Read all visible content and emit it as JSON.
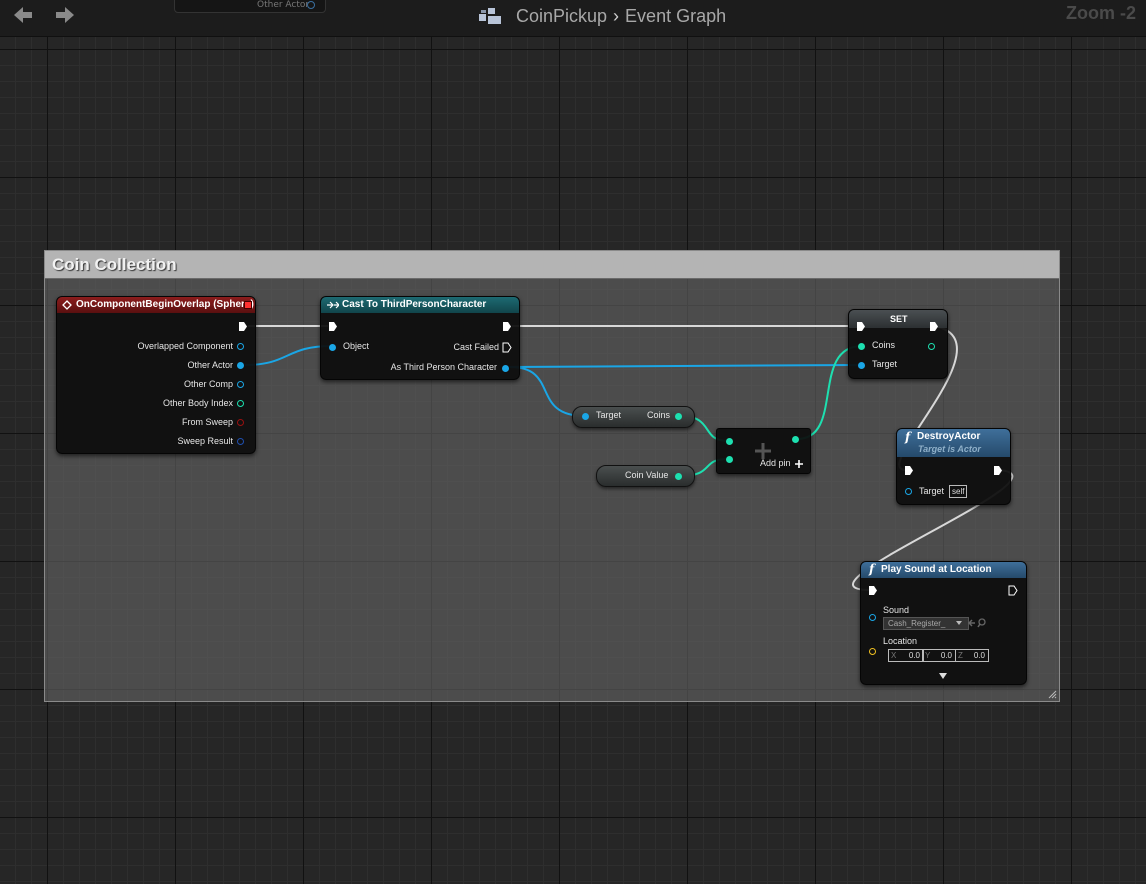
{
  "topbar": {
    "breadcrumb": {
      "blueprint": "CoinPickup",
      "graph": "Event Graph"
    },
    "zoom_label": "Zoom -2",
    "partial_node_label": "Other Actor"
  },
  "comment": {
    "title": "Coin Collection"
  },
  "nodes": {
    "on_overlap": {
      "title": "OnComponentBeginOverlap (Sphere)",
      "pins": [
        "Overlapped Component",
        "Other Actor",
        "Other Comp",
        "Other Body Index",
        "From Sweep",
        "Sweep Result"
      ]
    },
    "cast": {
      "title": "Cast To ThirdPersonCharacter",
      "object_pin": "Object",
      "cast_failed_pin": "Cast Failed",
      "as_pin": "As Third Person Character"
    },
    "coins_get": {
      "target_pin": "Target",
      "output_pin": "Coins"
    },
    "coin_value": {
      "label": "Coin Value"
    },
    "add": {
      "add_pin_label": "Add pin"
    },
    "set": {
      "title": "SET",
      "coins_pin": "Coins",
      "target_pin": "Target"
    },
    "destroy": {
      "title": "DestroyActor",
      "subtitle": "Target is Actor",
      "target_pin": "Target",
      "target_value": "self"
    },
    "play_sound": {
      "title": "Play Sound at Location",
      "sound_pin": "Sound",
      "sound_value": "Cash_Register_",
      "location_pin": "Location",
      "x_label": "X",
      "x_value": "0.0",
      "y_label": "Y",
      "y_value": "0.0",
      "z_label": "Z",
      "z_value": "0.0"
    }
  },
  "colors": {
    "exec": "#ffffff",
    "object": "#1aa6e6",
    "int": "#1de0b0",
    "bool": "#9a1010",
    "struct": "#1f4fb0",
    "vector": "#f0c020"
  },
  "icons": [
    "back-arrow-icon",
    "forward-arrow-icon",
    "blueprint-icon",
    "chevron-right-icon",
    "event-diamond-icon",
    "cast-icon",
    "function-icon",
    "dropdown-arrow-icon",
    "add-pin-icon",
    "expand-arrow-icon",
    "resize-grip-icon"
  ]
}
